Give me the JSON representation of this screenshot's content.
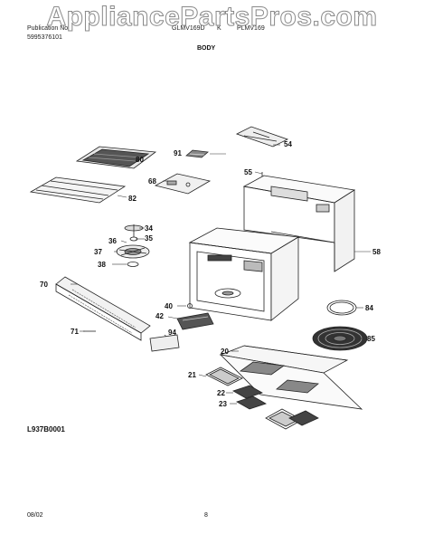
{
  "header": {
    "line1_left": "Publication No.",
    "line2_left": "5995376101",
    "line1_mid": "GLMV169D",
    "line1_right": "K",
    "line1_right2": "PLMV169"
  },
  "watermark": "AppliancePartsPros.com",
  "section_title": "BODY",
  "callouts": [
    "80",
    "91",
    "54",
    "55",
    "68",
    "82",
    "34",
    "35",
    "36",
    "37",
    "38",
    "58",
    "70",
    "40",
    "84",
    "42",
    "71",
    "94",
    "85",
    "20",
    "21",
    "22",
    "23"
  ],
  "diagram_code": "L937B0001",
  "footer": {
    "date": "08/02",
    "page": "8"
  }
}
